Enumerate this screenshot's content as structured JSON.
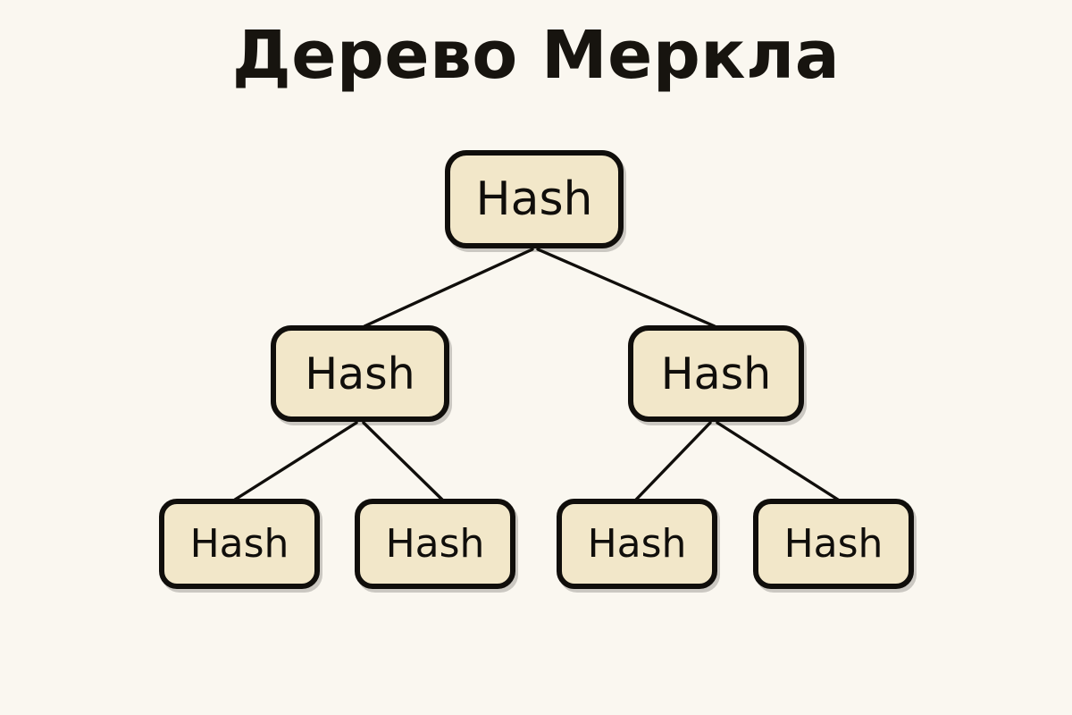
{
  "diagram": {
    "title": "Дерево Меркла",
    "type": "merkle-tree",
    "background_color": "#faf7f0",
    "node_fill_color": "#f2e7c9",
    "node_stroke_color": "#100e0b",
    "edge_color": "#100e0b",
    "text_color": "#100e0b",
    "levels": 3,
    "nodes": {
      "root": {
        "label": "Hash",
        "level": 0
      },
      "mid_left": {
        "label": "Hash",
        "level": 1
      },
      "mid_right": {
        "label": "Hash",
        "level": 1
      },
      "leaf_1": {
        "label": "Hash",
        "level": 2
      },
      "leaf_2": {
        "label": "Hash",
        "level": 2
      },
      "leaf_3": {
        "label": "Hash",
        "level": 2
      },
      "leaf_4": {
        "label": "Hash",
        "level": 2
      }
    },
    "edges": [
      {
        "from": "root",
        "to": "mid_left"
      },
      {
        "from": "root",
        "to": "mid_right"
      },
      {
        "from": "mid_left",
        "to": "leaf_1"
      },
      {
        "from": "mid_left",
        "to": "leaf_2"
      },
      {
        "from": "mid_right",
        "to": "leaf_3"
      },
      {
        "from": "mid_right",
        "to": "leaf_4"
      }
    ]
  }
}
